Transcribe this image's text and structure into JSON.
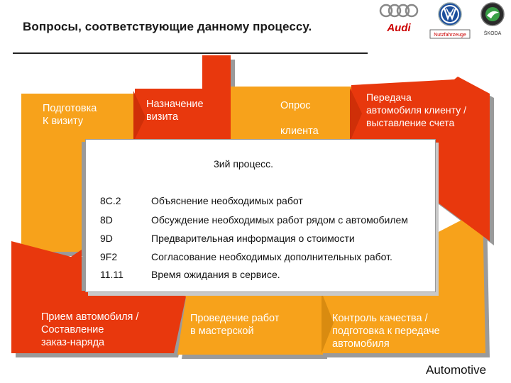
{
  "title": "Вопросы, соответствующие данному процессу.",
  "logos": {
    "audi_text": "Audi",
    "dealer_text": "Nutzfahrzeuge",
    "vw_text": "VW",
    "skoda_text": "ŠKODA"
  },
  "stages": {
    "top": [
      "Подготовка\nК визиту",
      "Назначение\nвизита",
      "Опрос\n\nклиента",
      "Передача\nавтомобиля клиенту /\nвыставление счета"
    ],
    "bottom": [
      "Прием автомобиля /\nСоставление\nзаказ-наряда",
      "Проведение работ\nв мастерской",
      "Контроль качества /\nподготовка к передаче\nавтомобиля"
    ]
  },
  "panel": {
    "title": "3ий процесс.",
    "rows": [
      {
        "code": "8C.2",
        "desc": "Объяснение необходимых работ"
      },
      {
        "code": "8D",
        "desc": "Обсуждение необходимых работ рядом с автомобилем"
      },
      {
        "code": "9D",
        "desc": "Предварительная информация о стоимости"
      },
      {
        "code": "9F2",
        "desc": "Согласование необходимых дополнительных работ."
      },
      {
        "code": "11.11",
        "desc": "Время ожидания в сервисе."
      }
    ]
  },
  "brand": "Automotive",
  "colors": {
    "orange": "#F7A21B",
    "red": "#E8380D",
    "shadow": "#9A9A9A"
  }
}
